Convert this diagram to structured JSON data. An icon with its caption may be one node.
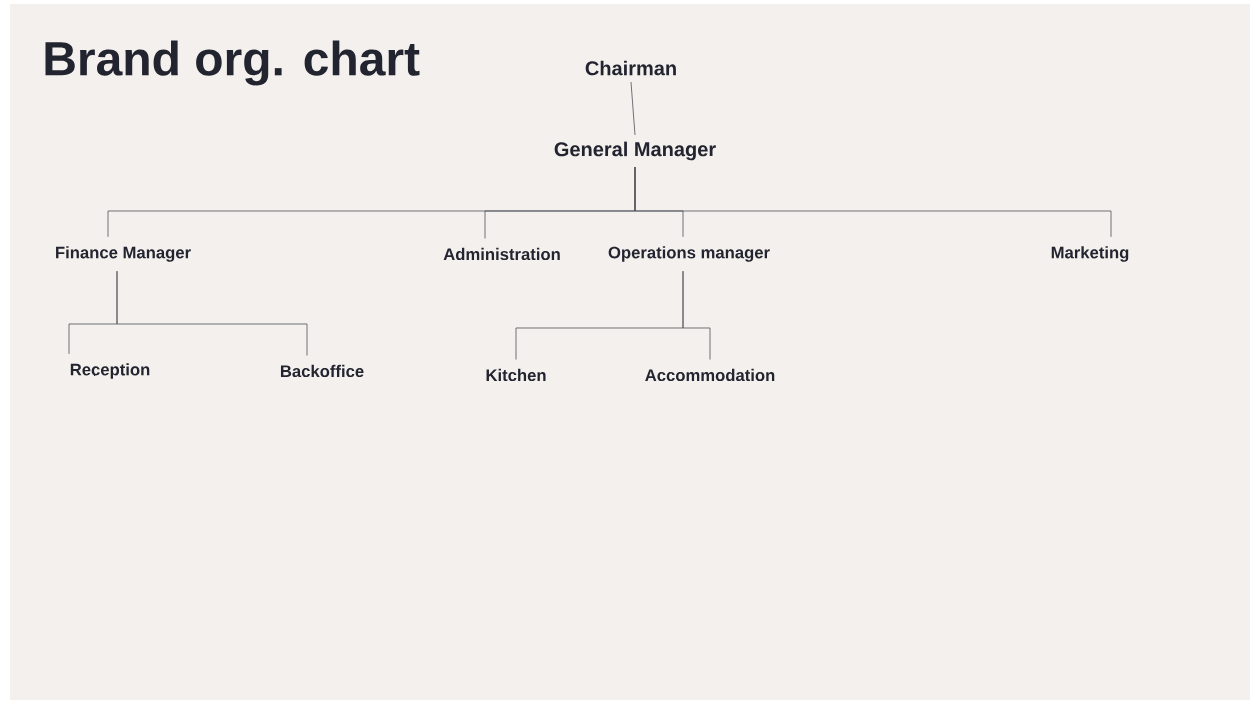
{
  "diagram": {
    "title": "Brand org. chart",
    "nodes": [
      {
        "text": [
          "Chairman"
        ]
      },
      {
        "text": [
          "General Manager"
        ]
      },
      {
        "text": [
          "Finance Manager"
        ]
      },
      {
        "text": [
          "Administration"
        ]
      },
      {
        "text": [
          "Operations manager"
        ]
      },
      {
        "text": [
          "Marketing"
        ]
      },
      {
        "text": [
          "Reception"
        ]
      },
      {
        "text": [
          "Backoffice"
        ]
      },
      {
        "text": [
          "Kitchen"
        ]
      },
      {
        "text": [
          "Accommodation"
        ]
      }
    ],
    "edges": [
      {
        "from": 0,
        "to": 1,
        "arrow": "none"
      },
      {
        "from": 1,
        "to": 2,
        "arrow": "none"
      },
      {
        "from": 1,
        "to": 3,
        "arrow": "none"
      },
      {
        "from": 1,
        "to": 4,
        "arrow": "none"
      },
      {
        "from": 1,
        "to": 5,
        "arrow": "none"
      },
      {
        "from": 2,
        "to": 6,
        "arrow": "none"
      },
      {
        "from": 2,
        "to": 7,
        "arrow": "none"
      },
      {
        "from": 4,
        "to": 8,
        "arrow": "none"
      },
      {
        "from": 4,
        "to": 9,
        "arrow": "none"
      }
    ]
  }
}
